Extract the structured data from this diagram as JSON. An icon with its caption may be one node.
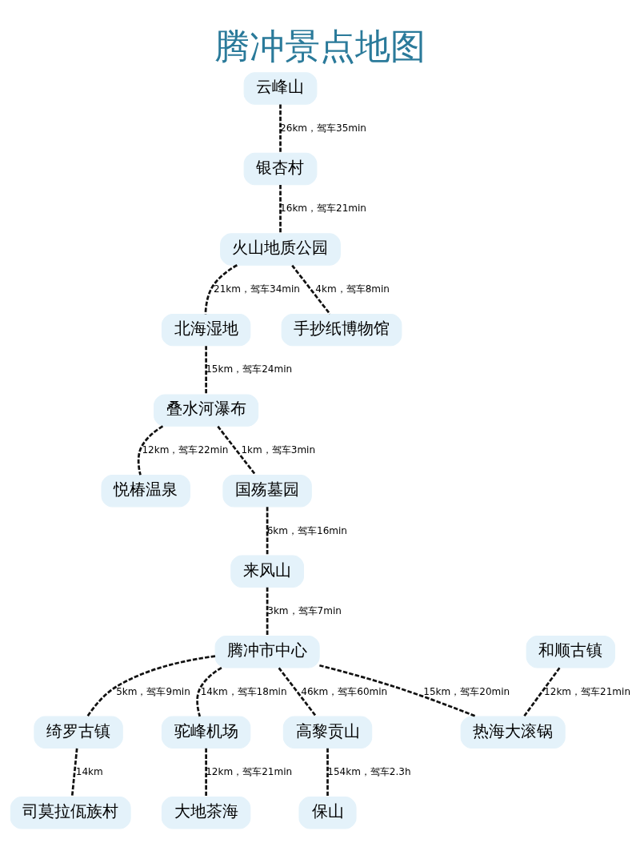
{
  "diagram": {
    "title": "腾冲景点地图",
    "nodes": [
      {
        "text": [
          "云峰山"
        ]
      },
      {
        "text": [
          "银杏村"
        ]
      },
      {
        "text": [
          "火山地质公园"
        ]
      },
      {
        "text": [
          "北海湿地"
        ]
      },
      {
        "text": [
          "手抄纸博物馆"
        ]
      },
      {
        "text": [
          "叠水河瀑布"
        ]
      },
      {
        "text": [
          "悦椿温泉"
        ]
      },
      {
        "text": [
          "国殇墓园"
        ]
      },
      {
        "text": [
          "来风山"
        ]
      },
      {
        "text": [
          "和顺古镇"
        ]
      },
      {
        "text": [
          "腾冲市中心"
        ]
      },
      {
        "text": [
          "高黎贡山"
        ]
      },
      {
        "text": [
          "保山"
        ]
      },
      {
        "text": [
          "驼峰机场"
        ]
      },
      {
        "text": [
          "热海大滚锅"
        ]
      },
      {
        "text": [
          "绮罗古镇"
        ]
      },
      {
        "text": [
          "司莫拉佤族村"
        ]
      },
      {
        "text": [
          "大地茶海"
        ]
      }
    ],
    "edges": [
      {
        "from": 0,
        "to": 1,
        "arrow": "none",
        "label": "26km，驾车35min",
        "style": "dashed"
      },
      {
        "from": 1,
        "to": 2,
        "arrow": "none",
        "label": "16km，驾车21min",
        "style": "dashed"
      },
      {
        "from": 2,
        "to": 3,
        "arrow": "none",
        "label": "21km，驾车34min",
        "style": "dashed"
      },
      {
        "from": 2,
        "to": 4,
        "arrow": "none",
        "label": "4km，驾车8min",
        "style": "dashed"
      },
      {
        "from": 3,
        "to": 5,
        "arrow": "none",
        "label": "15km，驾车24min",
        "style": "dashed"
      },
      {
        "from": 5,
        "to": 6,
        "arrow": "none",
        "label": "12km，驾车22min",
        "style": "dashed"
      },
      {
        "from": 5,
        "to": 7,
        "arrow": "none",
        "label": "1km，驾车3min",
        "style": "dashed"
      },
      {
        "from": 7,
        "to": 8,
        "arrow": "none",
        "label": "6km，驾车16min",
        "style": "dashed"
      },
      {
        "from": 8,
        "to": 10,
        "arrow": "none",
        "label": "3km，驾车7min",
        "style": "dashed"
      },
      {
        "from": 10,
        "to": 11,
        "arrow": "none",
        "label": "46km，驾车60min",
        "style": "dashed"
      },
      {
        "from": 11,
        "to": 12,
        "arrow": "none",
        "label": "154km，驾车2.3h",
        "style": "dashed"
      },
      {
        "from": 9,
        "to": 14,
        "arrow": "none",
        "label": "12km，驾车21min",
        "style": "dashed"
      },
      {
        "from": 10,
        "to": 14,
        "arrow": "none",
        "label": "15km，驾车20min",
        "style": "dashed"
      },
      {
        "from": 10,
        "to": 15,
        "arrow": "none",
        "label": "5km，驾车9min",
        "style": "dashed"
      },
      {
        "from": 10,
        "to": 13,
        "arrow": "none",
        "label": "14km，驾车18min",
        "style": "dashed"
      },
      {
        "from": 15,
        "to": 16,
        "arrow": "none",
        "label": "14km",
        "style": "dashed"
      },
      {
        "from": 13,
        "to": 17,
        "arrow": "none",
        "label": "12km，驾车21min",
        "style": "dashed"
      }
    ]
  }
}
